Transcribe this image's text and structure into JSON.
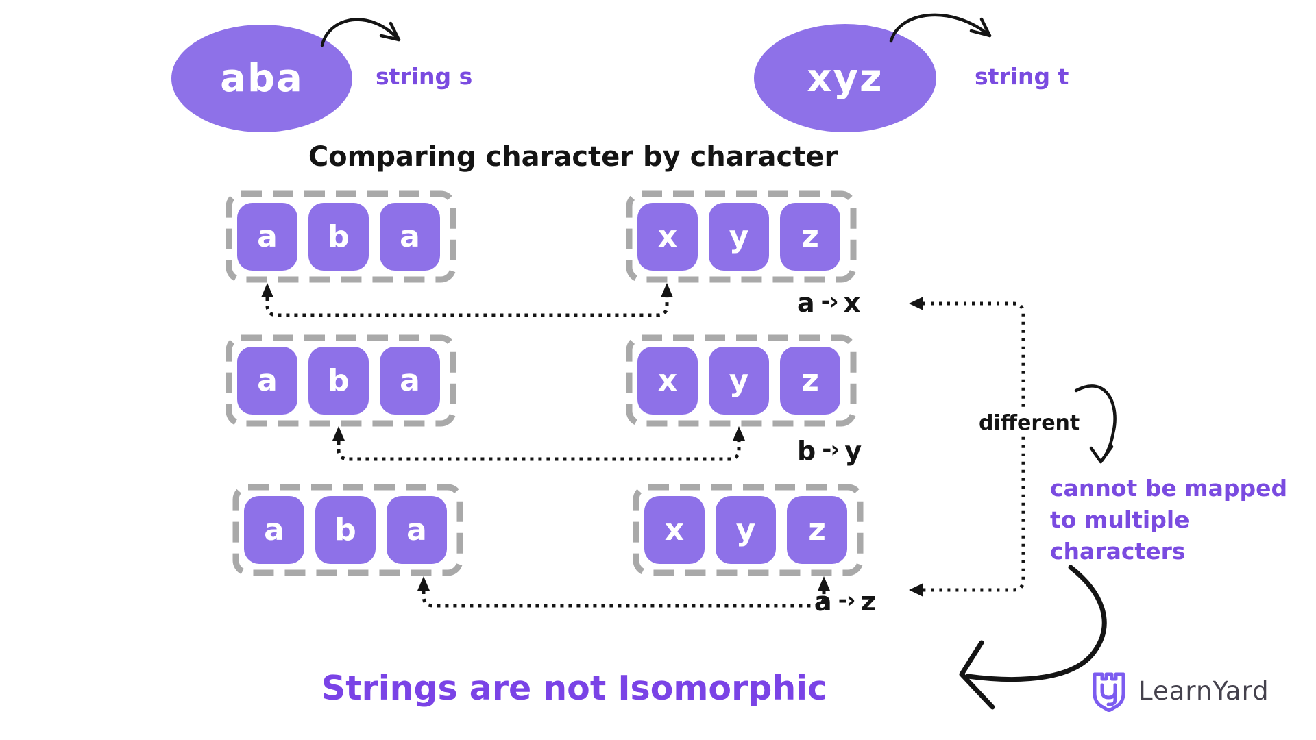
{
  "strings": {
    "s": {
      "value": "aba",
      "caption": "string s"
    },
    "t": {
      "value": "xyz",
      "caption": "string t"
    }
  },
  "title": "Comparing character by character",
  "rows": [
    {
      "left": [
        "a",
        "b",
        "a"
      ],
      "right": [
        "x",
        "y",
        "z"
      ],
      "map": {
        "from": "a",
        "arrow": "-›",
        "to": "x"
      }
    },
    {
      "left": [
        "a",
        "b",
        "a"
      ],
      "right": [
        "x",
        "y",
        "z"
      ],
      "map": {
        "from": "b",
        "arrow": "-›",
        "to": "y"
      }
    },
    {
      "left": [
        "a",
        "b",
        "a"
      ],
      "right": [
        "x",
        "y",
        "z"
      ],
      "map": {
        "from": "a",
        "arrow": "-›",
        "to": "z"
      }
    }
  ],
  "annotations": {
    "different": "different",
    "note_lines": [
      "cannot be mapped",
      "to multiple",
      "characters"
    ],
    "conclusion": "Strings are not Isomorphic"
  },
  "branding": {
    "name": "LearnYard"
  },
  "colors": {
    "shape_purple": "#8e71e8",
    "text_purple": "#7a4be0",
    "conclusion_purple": "#7a43e6",
    "dash_gray": "#a9a9a9",
    "ink_black": "#141414",
    "logo_purple": "#7c5cf0",
    "logo_text_gray": "#45424d"
  }
}
